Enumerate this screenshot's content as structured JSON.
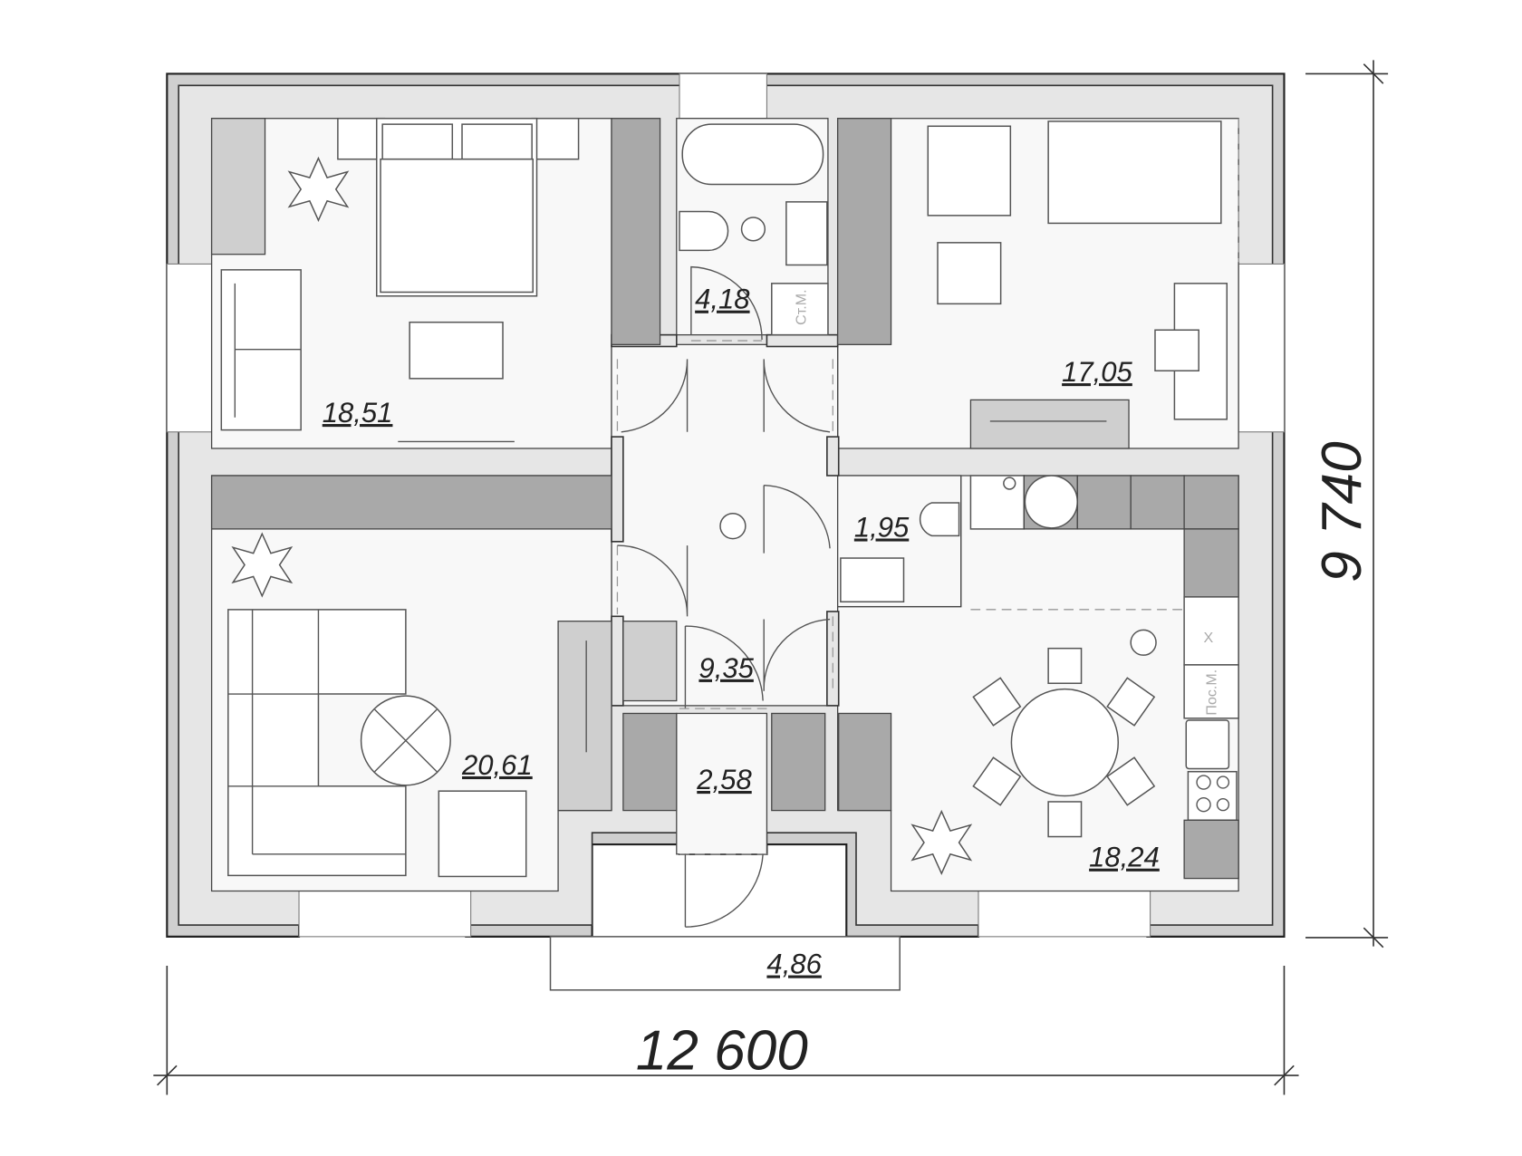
{
  "plan": {
    "dimensions": {
      "width_label": "12 600",
      "height_label": "9 740"
    },
    "rooms": [
      {
        "name": "bedroom-1",
        "area": "18,51"
      },
      {
        "name": "bathroom",
        "area": "4,18"
      },
      {
        "name": "bedroom-2",
        "area": "17,05"
      },
      {
        "name": "hall",
        "area": "9,35"
      },
      {
        "name": "wc",
        "area": "1,95"
      },
      {
        "name": "living-room",
        "area": "20,61"
      },
      {
        "name": "vestibule",
        "area": "2,58"
      },
      {
        "name": "kitchen-dining",
        "area": "18,24"
      },
      {
        "name": "porch",
        "area": "4,86"
      }
    ],
    "appliances": {
      "washing_machine": "Ст.М.",
      "dishwasher": "Пос.М.",
      "fridge": "Х"
    },
    "colors": {
      "wall_outer": "#cfcfcf",
      "wall": "#e6e6e6",
      "wardrobe": "#a9a9a9",
      "floor": "#f8f8f8"
    }
  }
}
